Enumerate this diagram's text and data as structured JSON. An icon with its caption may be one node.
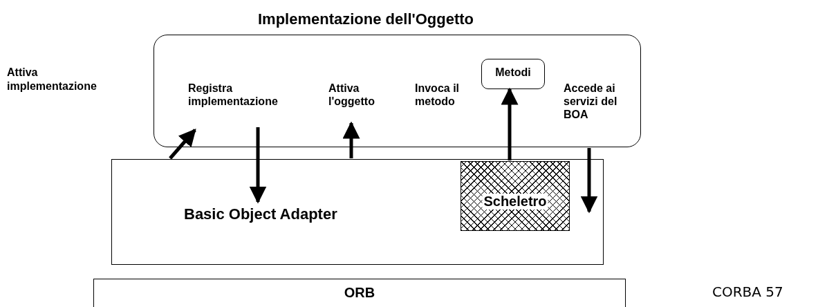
{
  "diagram": {
    "nodes": [
      {
        "text": [
          "Implementazione dell'Oggetto"
        ]
      },
      {
        "text": [
          "Metodi"
        ],
        "in": 0
      },
      {
        "text": [
          "Basic Object Adapter"
        ]
      },
      {
        "text": [
          "Scheletro"
        ],
        "in": 2
      },
      {
        "text": [
          "ORB"
        ]
      }
    ],
    "edges": [
      {
        "from": 2,
        "to": 0,
        "arrow": "to"
      },
      {
        "from": 0,
        "to": 2,
        "arrow": "to",
        "label": "Registra implementazione"
      },
      {
        "from": 2,
        "to": 0,
        "arrow": "to",
        "label": "Attiva l'oggetto"
      },
      {
        "from": 3,
        "to": 1,
        "arrow": "to",
        "label": "Invoca il metodo"
      },
      {
        "from": 0,
        "to": 2,
        "arrow": "to",
        "label": "Accede ai servizi del BOA"
      }
    ],
    "labels": [
      "Attiva implementazione",
      "CORBA 57"
    ]
  }
}
